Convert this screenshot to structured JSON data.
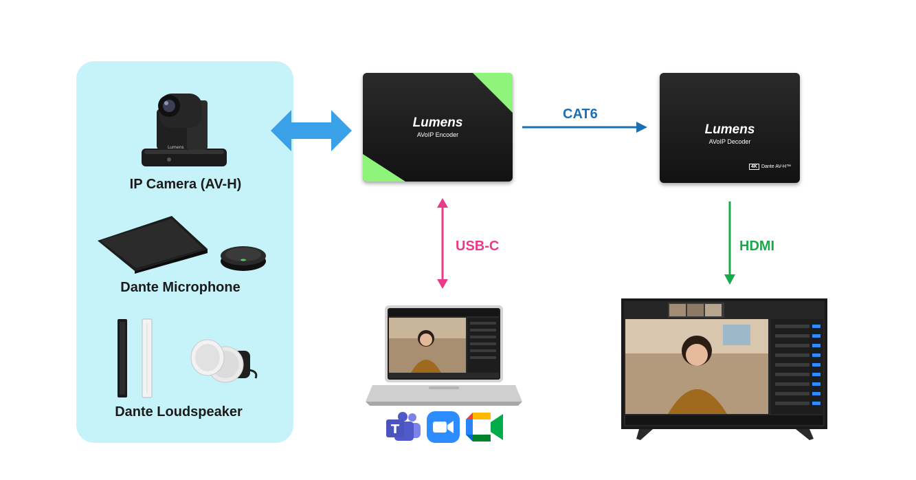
{
  "sources": {
    "camera_label": "IP Camera (AV-H)",
    "microphone_label": "Dante Microphone",
    "loudspeaker_label": "Dante Loudspeaker"
  },
  "encoder": {
    "brand": "Lumens",
    "model": "AVoIP Encoder"
  },
  "decoder": {
    "brand": "Lumens",
    "model": "AVoIP Decoder",
    "badge_4k": "4K",
    "badge_text": "Dante AV-H™"
  },
  "connections": {
    "cat6": "CAT6",
    "usbc": "USB-C",
    "hdmi": "HDMI"
  },
  "colors": {
    "panel": "#c6f3f9",
    "bidirectional_arrow": "#3aa0e8",
    "cat6": "#1a6fb5",
    "usbc": "#ec3a8a",
    "hdmi": "#1aa84c",
    "encoder_corner": "#8ef57a"
  },
  "icons": [
    "teams-icon",
    "zoom-icon",
    "google-meet-icon"
  ]
}
